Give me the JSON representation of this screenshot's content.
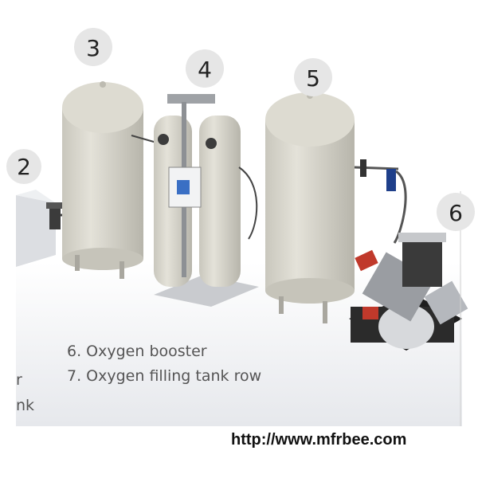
{
  "markers": [
    "2",
    "3",
    "4",
    "5",
    "6"
  ],
  "legend": {
    "line6": "6. Oxygen booster",
    "line7": "7. Oxygen filling  tank row",
    "left_fragment_1": "r",
    "left_fragment_2": "nk"
  },
  "watermark": "http://www.mfrbee.com",
  "colors": {
    "tank_body": "#d8d6cc",
    "tank_shadow": "#b9b7ad",
    "floor": "#e9ebee",
    "marker_circle": "#e6e6e6",
    "panel_blue": "#3a6fc4",
    "valve_red": "#c0392b",
    "machine_dark": "#2b2b2b"
  }
}
